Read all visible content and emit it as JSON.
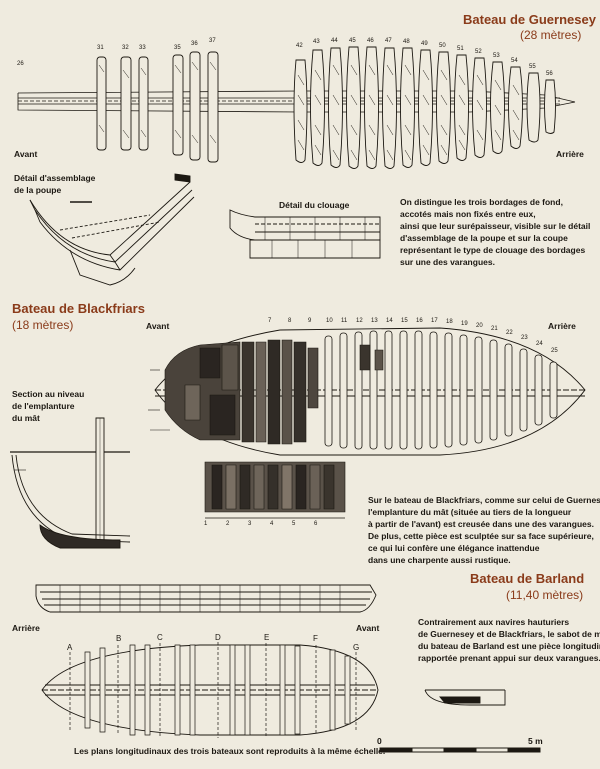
{
  "guernsey": {
    "title": "Bateau de Guernesey",
    "length": "(28 mètres)",
    "bow_label": "Avant",
    "stern_label": "Arrière",
    "frame_numbers": [
      "26",
      "31",
      "32",
      "33",
      "35",
      "36",
      "37",
      "42",
      "43",
      "44",
      "45",
      "46",
      "47",
      "48",
      "49",
      "50",
      "51",
      "52",
      "53",
      "54",
      "55",
      "56"
    ],
    "detail_stern": [
      "Détail d'assemblage",
      "de la poupe"
    ],
    "detail_nailing": "Détail du clouage",
    "note_lines": [
      "On distingue les trois bordages de fond,",
      "accotés mais non fixés entre eux,",
      "ainsi que leur surépaisseur, visible sur le détail",
      "d'assemblage de la poupe et sur la coupe",
      "représentant le type de clouage des bordages",
      "sur une des varangues."
    ]
  },
  "blackfriars": {
    "title": "Bateau de Blackfriars",
    "length": "(18 mètres)",
    "bow_label": "Avant",
    "stern_label": "Arrière",
    "section_label": [
      "Section au niveau",
      "de l'emplanture",
      "du mât"
    ],
    "note_lines": [
      "Sur le bateau de Blackfriars, comme sur celui de Guernesey,",
      "l'emplanture du mât (située au tiers de la longueur",
      "à partir de l'avant) est creusée dans une des varangues.",
      "De plus, cette pièce est sculptée sur sa face supérieure,",
      "ce qui lui confère une élégance inattendue",
      "dans une charpente aussi rustique."
    ],
    "frame_numbers": [
      "1",
      "2",
      "3",
      "4",
      "5",
      "6",
      "7",
      "8",
      "9",
      "10",
      "11",
      "12",
      "13",
      "14",
      "15",
      "16",
      "17",
      "18",
      "19",
      "20",
      "21",
      "22",
      "23",
      "24",
      "25"
    ]
  },
  "barland": {
    "title": "Bateau de Barland",
    "length": "(11,40 mètres)",
    "stern_label": "Arrière",
    "bow_label": "Avant",
    "section_letters": [
      "A",
      "B",
      "C",
      "D",
      "E",
      "F",
      "G"
    ],
    "note_lines": [
      "Contrairement aux navires hauturiers",
      "de Guernesey et de Blackfriars, le sabot de mât",
      "du bateau de Barland est une pièce longitudinale",
      "rapportée prenant appui sur deux varangues."
    ]
  },
  "scale": {
    "start": "0",
    "end": "5 m"
  },
  "caption": "Les plans longitudinaux des trois bateaux sont reproduits à la même échelle.",
  "colors": {
    "background": "#efebdf",
    "accent": "#8a3b1a",
    "ink": "#1c1812"
  }
}
